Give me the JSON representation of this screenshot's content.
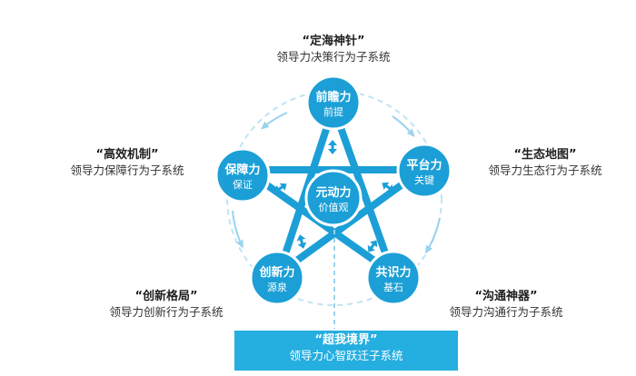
{
  "colors": {
    "primary": "#1b9fd6",
    "banner": "#25aee0",
    "ring": "#bfe3f4"
  },
  "nodes": {
    "top": {
      "main": "前瞻力",
      "sub": "前提"
    },
    "right": {
      "main": "平台力",
      "sub": "关键"
    },
    "bottom_right": {
      "main": "共识力",
      "sub": "基石"
    },
    "bottom_left": {
      "main": "创新力",
      "sub": "源泉"
    },
    "left": {
      "main": "保障力",
      "sub": "保证"
    },
    "center": {
      "main": "元动力",
      "sub": "价值观"
    }
  },
  "callouts": {
    "top": {
      "title": "“定海神针”",
      "subtitle": "领导力决策行为子系统"
    },
    "right": {
      "title": "“生态地图”",
      "subtitle": "领导力生态行为子系统"
    },
    "left": {
      "title": "“高效机制”",
      "subtitle": "领导力保障行为子系统"
    },
    "bottom_left": {
      "title": "“创新格局”",
      "subtitle": "领导力创新行为子系统"
    },
    "bottom_right": {
      "title": "“沟通神器”",
      "subtitle": "领导力沟通行为子系统"
    },
    "bottom": {
      "title": "“超我境界”",
      "subtitle": "领导力心智跃迁子系统"
    }
  }
}
